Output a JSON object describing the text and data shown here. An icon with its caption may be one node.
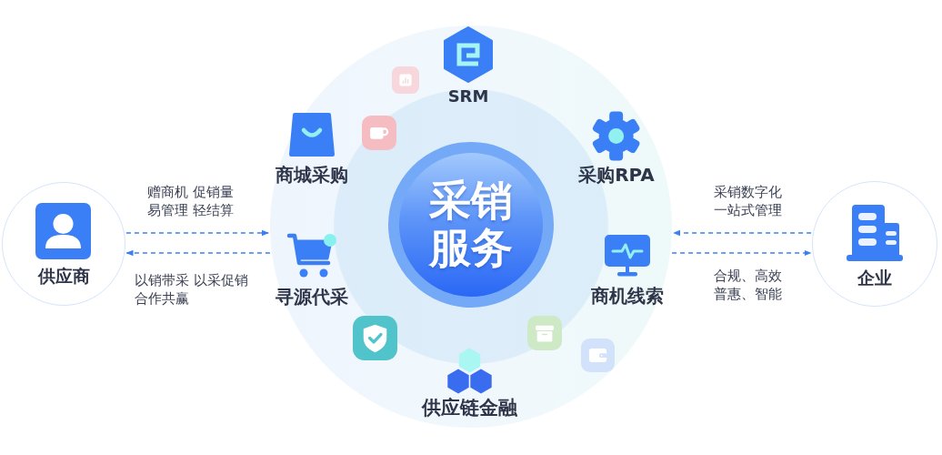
{
  "diagram": {
    "nodes": [
      {
        "text": [
          "供应商"
        ]
      },
      {
        "text": [],
        "shape": "circle"
      },
      {
        "text": [
          "SRM"
        ],
        "in": 1
      },
      {
        "text": [
          "商城采购"
        ],
        "in": 1
      },
      {
        "text": [
          "采购RPA"
        ],
        "in": 1
      },
      {
        "text": [
          "采销服务"
        ],
        "in": 1
      },
      {
        "text": [
          "寻源代采"
        ],
        "in": 1
      },
      {
        "text": [
          "商机线索"
        ],
        "in": 1
      },
      {
        "text": [
          "供应链金融"
        ],
        "in": 1
      },
      {
        "text": [
          "企业"
        ]
      }
    ],
    "edges": [
      {
        "from": 0,
        "to": 1,
        "arrow": "to",
        "style": "dashed",
        "label": "赠商机 促销量易管理 轻结算"
      },
      {
        "from": 1,
        "to": 0,
        "arrow": "to",
        "style": "dashed",
        "label": "以销带采 以采促销合作共赢"
      },
      {
        "from": 9,
        "to": 1,
        "arrow": "to",
        "style": "dashed",
        "label": "采销数字化一站式管理"
      },
      {
        "from": 1,
        "to": 9,
        "arrow": "to",
        "style": "dashed",
        "label": "合规、高效普惠、智能"
      }
    ]
  }
}
